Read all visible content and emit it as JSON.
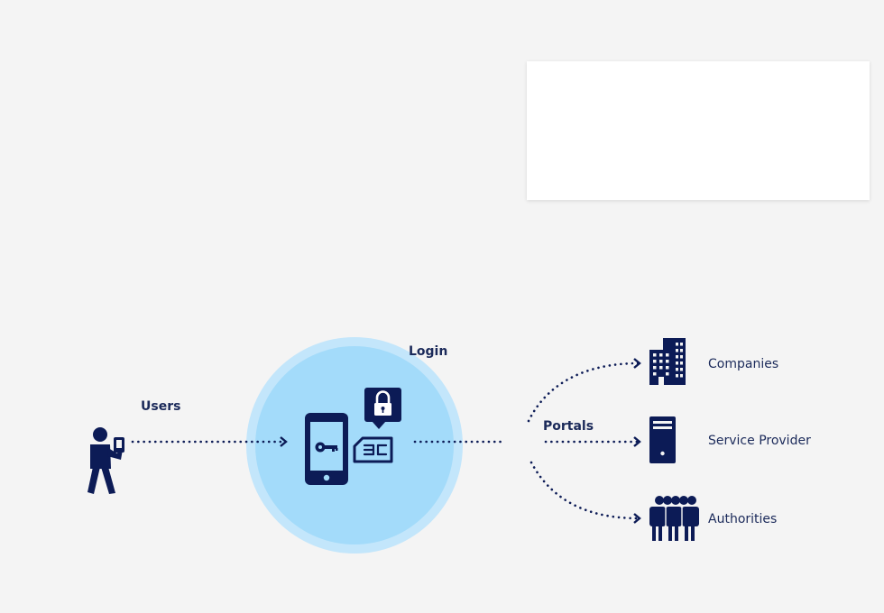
{
  "diagram": {
    "users_label": "Users",
    "login_label": "Login",
    "portals_label": "Portals",
    "targets": [
      {
        "label": "Companies",
        "icon": "office-building-icon"
      },
      {
        "label": "Service Provider",
        "icon": "server-icon"
      },
      {
        "label": "Authorities",
        "icon": "group-of-people-icon"
      }
    ]
  },
  "colors": {
    "navy": "#0c1b56",
    "circle_outer": "#c3e6fb",
    "circle_inner": "#a3dbfa",
    "background": "#f4f4f4",
    "card": "#ffffff"
  },
  "icons": {
    "user": "person-with-phone-icon",
    "phone": "smartphone-key-icon",
    "lock": "padlock-speech-bubble-icon",
    "sim": "sim-card-icon"
  }
}
